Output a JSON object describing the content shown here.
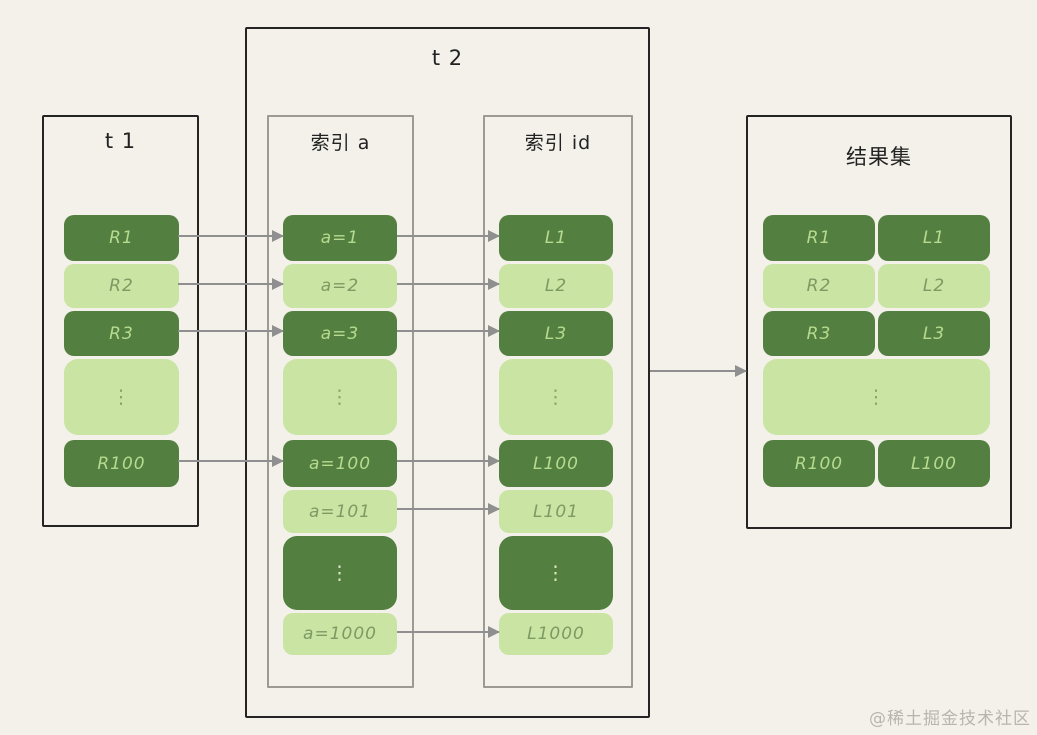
{
  "colors": {
    "background": "#f3f1ea",
    "dark_green": "#538040",
    "light_green": "#c9e4a3",
    "text_on_dark": "#b6da8f",
    "text_on_light": "#7e9a63",
    "outer_border": "#242424",
    "inner_border": "#9b9b94",
    "arrow_gray": "#8f8f8f",
    "watermark_gray": "#b8b5ab"
  },
  "t1": {
    "title": "t 1",
    "rows": [
      "R1",
      "R2",
      "R3",
      "⋮",
      "R100"
    ]
  },
  "t2": {
    "title": "t 2",
    "index_a": {
      "title": "索引 a",
      "rows": [
        "a=1",
        "a=2",
        "a=3",
        "⋮",
        "a=100",
        "a=101",
        "⋮",
        "a=1000"
      ]
    },
    "index_id": {
      "title": "索引 id",
      "rows": [
        "L1",
        "L2",
        "L3",
        "⋮",
        "L100",
        "L101",
        "⋮",
        "L1000"
      ]
    }
  },
  "result": {
    "title": "结果集",
    "rows": [
      {
        "l": "R1",
        "r": "L1"
      },
      {
        "l": "R2",
        "r": "L2"
      },
      {
        "l": "R3",
        "r": "L3"
      },
      {
        "dots": "⋮"
      },
      {
        "l": "R100",
        "r": "L100"
      }
    ]
  },
  "connections": {
    "t1_to_index_a": [
      "R1→a=1",
      "R2→a=2",
      "R3→a=3",
      "R100→a=100"
    ],
    "index_a_to_index_id": [
      "a=1→L1",
      "a=2→L2",
      "a=3→L3",
      "a=100→L100",
      "a=101→L101",
      "a=1000→L1000"
    ],
    "t2_to_result": [
      "t2→结果集"
    ]
  },
  "watermark": "@稀土掘金技术社区"
}
